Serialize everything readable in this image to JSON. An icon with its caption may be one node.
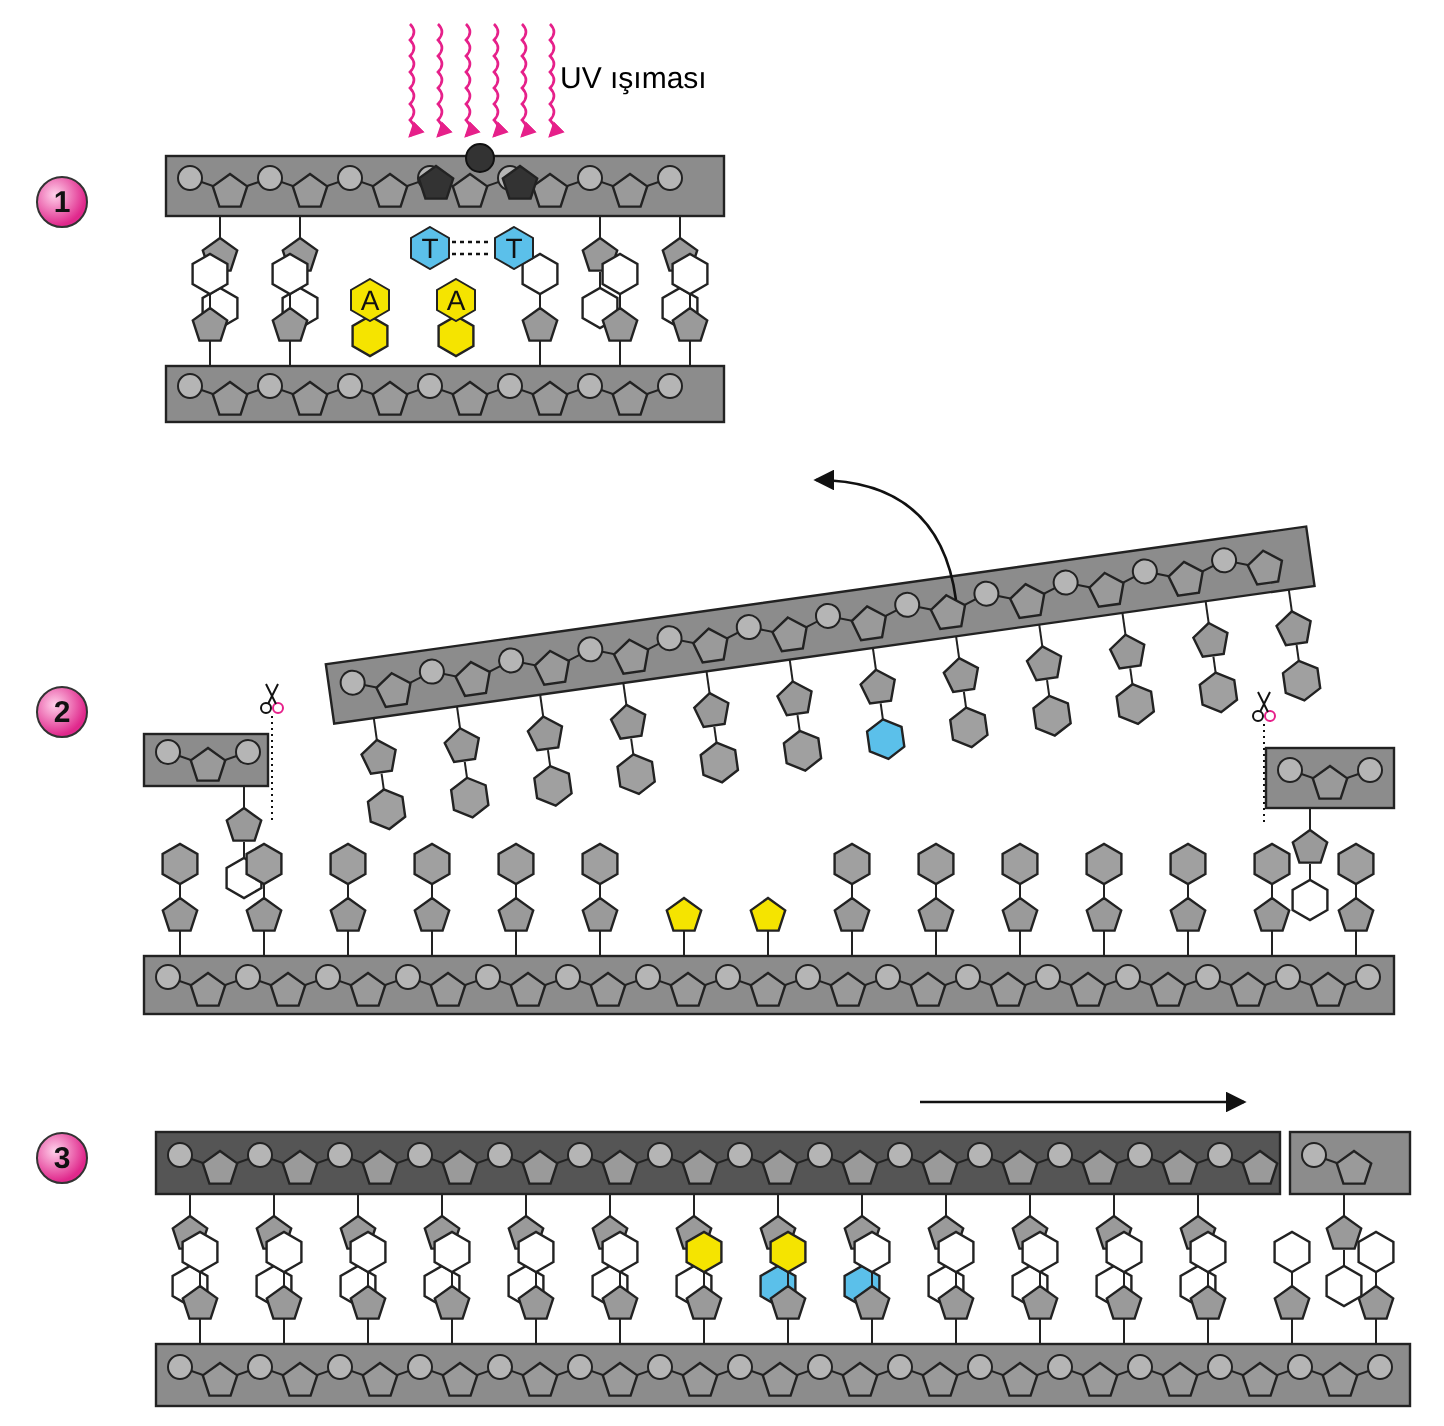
{
  "diagram": {
    "nodes": [
      {
        "text": [
          "1"
        ]
      },
      {
        "text": [
          "T"
        ]
      },
      {
        "text": [
          "T"
        ]
      },
      {
        "text": [
          "A"
        ]
      },
      {
        "text": [
          "A"
        ]
      },
      {
        "text": [
          "2"
        ]
      },
      {
        "text": [
          "3"
        ]
      }
    ],
    "edges": [
      {
        "from": 1,
        "to": 2,
        "arrow": "none",
        "style": "dashed"
      }
    ],
    "labels": [
      "UV ışıması"
    ]
  }
}
